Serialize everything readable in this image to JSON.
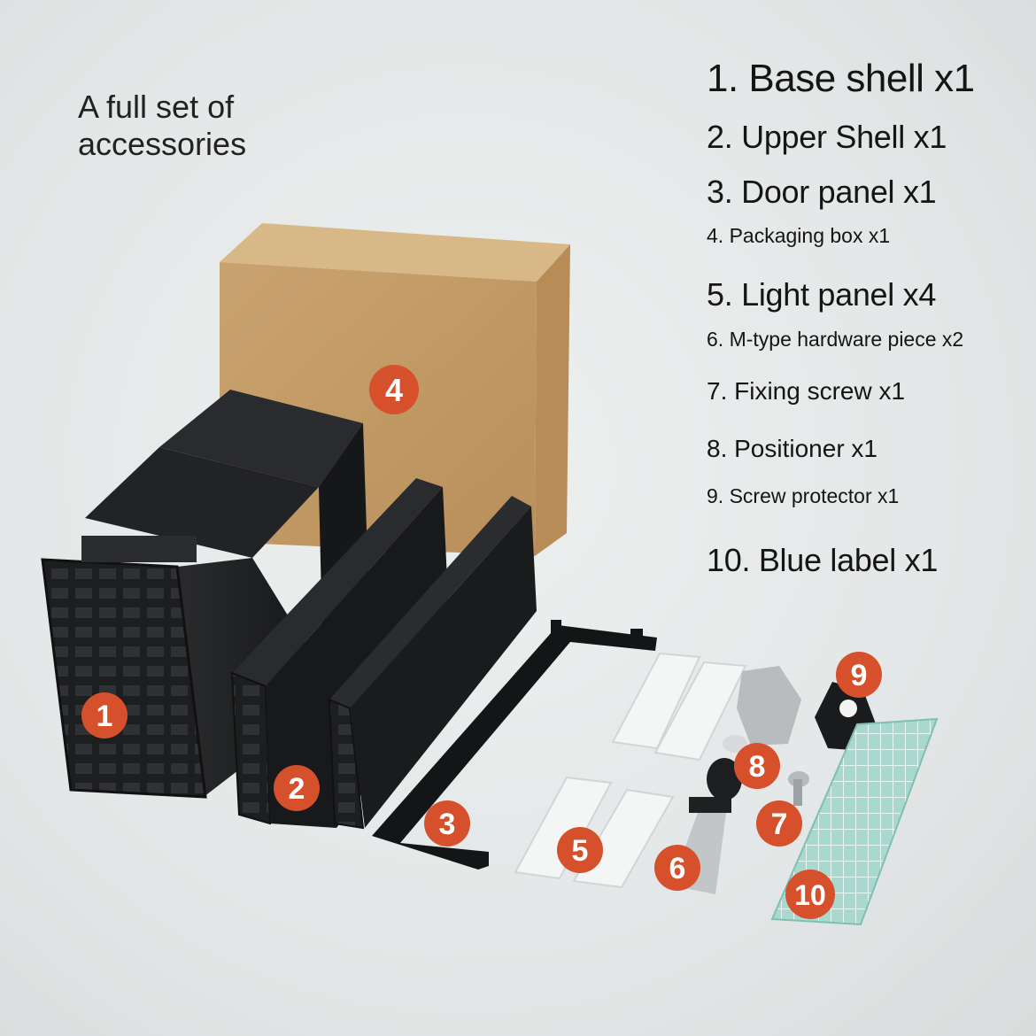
{
  "heading": {
    "line1": "A full set of",
    "line2": "accessories"
  },
  "parts": [
    {
      "label": "1. Base shell x1"
    },
    {
      "label": "2. Upper Shell x1"
    },
    {
      "label": "3. Door panel x1"
    },
    {
      "label": "4. Packaging box x1"
    },
    {
      "label": "5. Light panel x4"
    },
    {
      "label": "6. M-type hardware piece x2"
    },
    {
      "label": "7. Fixing screw x1"
    },
    {
      "label": "8. Positioner x1"
    },
    {
      "label": "9. Screw protector x1"
    },
    {
      "label": "10. Blue label x1"
    }
  ],
  "badges": [
    "1",
    "2",
    "3",
    "4",
    "5",
    "6",
    "7",
    "8",
    "9",
    "10"
  ],
  "colors": {
    "badge": "#d6502c",
    "plastic": "#1e1f21",
    "cardboard": "#c29a66",
    "label_strip": "#a9d8cf",
    "background": "#e6e8e8"
  }
}
